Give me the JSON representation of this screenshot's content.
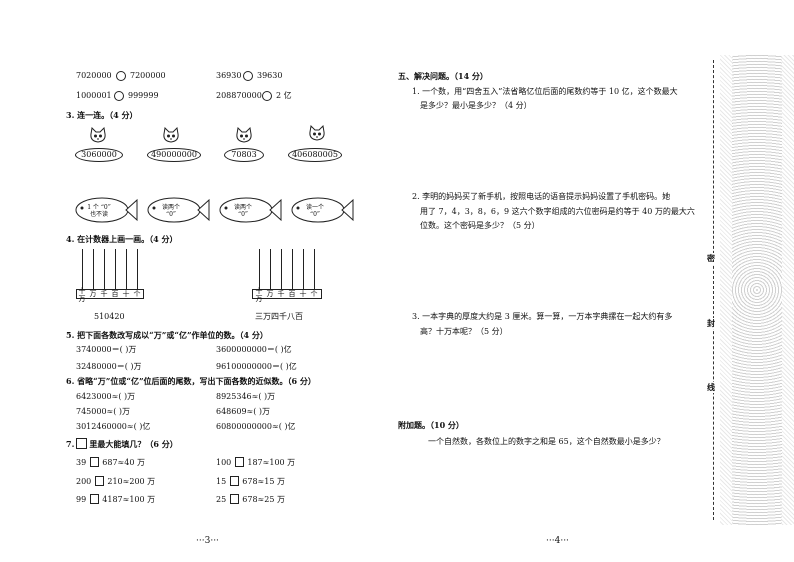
{
  "left": {
    "compare": [
      {
        "a": "7020000",
        "b": "7200000"
      },
      {
        "a": "36930",
        "b": "39630"
      },
      {
        "a": "1000001",
        "b": "999999"
      },
      {
        "a": "208870000",
        "b": "2 亿"
      }
    ],
    "q3": {
      "title": "3. 连一连。（4 分）",
      "numbers": [
        "3060000",
        "490000000",
        "70803",
        "406080005"
      ],
      "fish": [
        "1 个 “0”\n也不读",
        "读两个\n“0”",
        "读两个\n“0”",
        "读一个\n“0”"
      ]
    },
    "q4": {
      "title": "4. 在计数器上画一画。（4 分）",
      "abacus_labels": [
        "十\n万",
        "万",
        "千",
        "百",
        "十",
        "个"
      ],
      "answers": [
        "510420",
        "三万四千八百"
      ]
    },
    "q5": {
      "title": "5. 把下面各数改写成以“万”或“亿”作单位的数。（4 分）",
      "rows": [
        {
          "left": "3740000＝(          )万",
          "right": "3600000000＝(          )亿"
        },
        {
          "left": "32480000＝(          )万",
          "right": "96100000000＝(          )亿"
        }
      ]
    },
    "q6": {
      "title": "6. 省略“万”位或“亿”位后面的尾数，写出下面各数的近似数。（6 分）",
      "rows": [
        {
          "left": "6423000≈(          )万",
          "right": "8925346≈(          )万"
        },
        {
          "left": "745000≈(          )万",
          "right": "648609≈(          )万"
        },
        {
          "left": "3012460000≈(          )亿",
          "right": "60800000000≈(          )亿"
        }
      ]
    },
    "q7": {
      "title_pre": "7.",
      "title_post": "里最大能填几？（6 分）",
      "rows": [
        {
          "l_pre": "39",
          "l_post": "687≈40 万",
          "r_pre": "100",
          "r_post": "187≈100 万"
        },
        {
          "l_pre": "200",
          "l_post": "210≈200 万",
          "r_pre": "15",
          "r_post": "678≈15 万"
        },
        {
          "l_pre": "99",
          "l_post": "4187≈100 万",
          "r_pre": "25",
          "r_post": "678≈25 万"
        }
      ]
    },
    "page": "3"
  },
  "right": {
    "section": "五、解决问题。（14 分）",
    "q1a": "1. 一个数，用“四舍五入”法省略亿位后面的尾数约等于 10 亿，这个数最大",
    "q1b": "是多少？最小是多少？（4 分）",
    "q2a": "2. 李明的妈妈买了新手机，按照电话的语音提示妈妈设置了手机密码。她",
    "q2b": "用了 7，4，3，8，6，9 这六个数字组成的六位密码是约等于 40 万的最大六",
    "q2c": "位数。这个密码是多少？（5 分）",
    "q3a": "3. 一本字典的厚度大约是 3 厘米。算一算，一万本字典摞在一起大约有多",
    "q3b": "高？十万本呢？（5 分）",
    "extra_title": "附加题。（10 分）",
    "extra_q": "一个自然数，各数位上的数字之和是 65，这个自然数最小是多少？",
    "page": "4"
  },
  "binding": {
    "mi": "密",
    "feng": "封",
    "xian": "线"
  }
}
